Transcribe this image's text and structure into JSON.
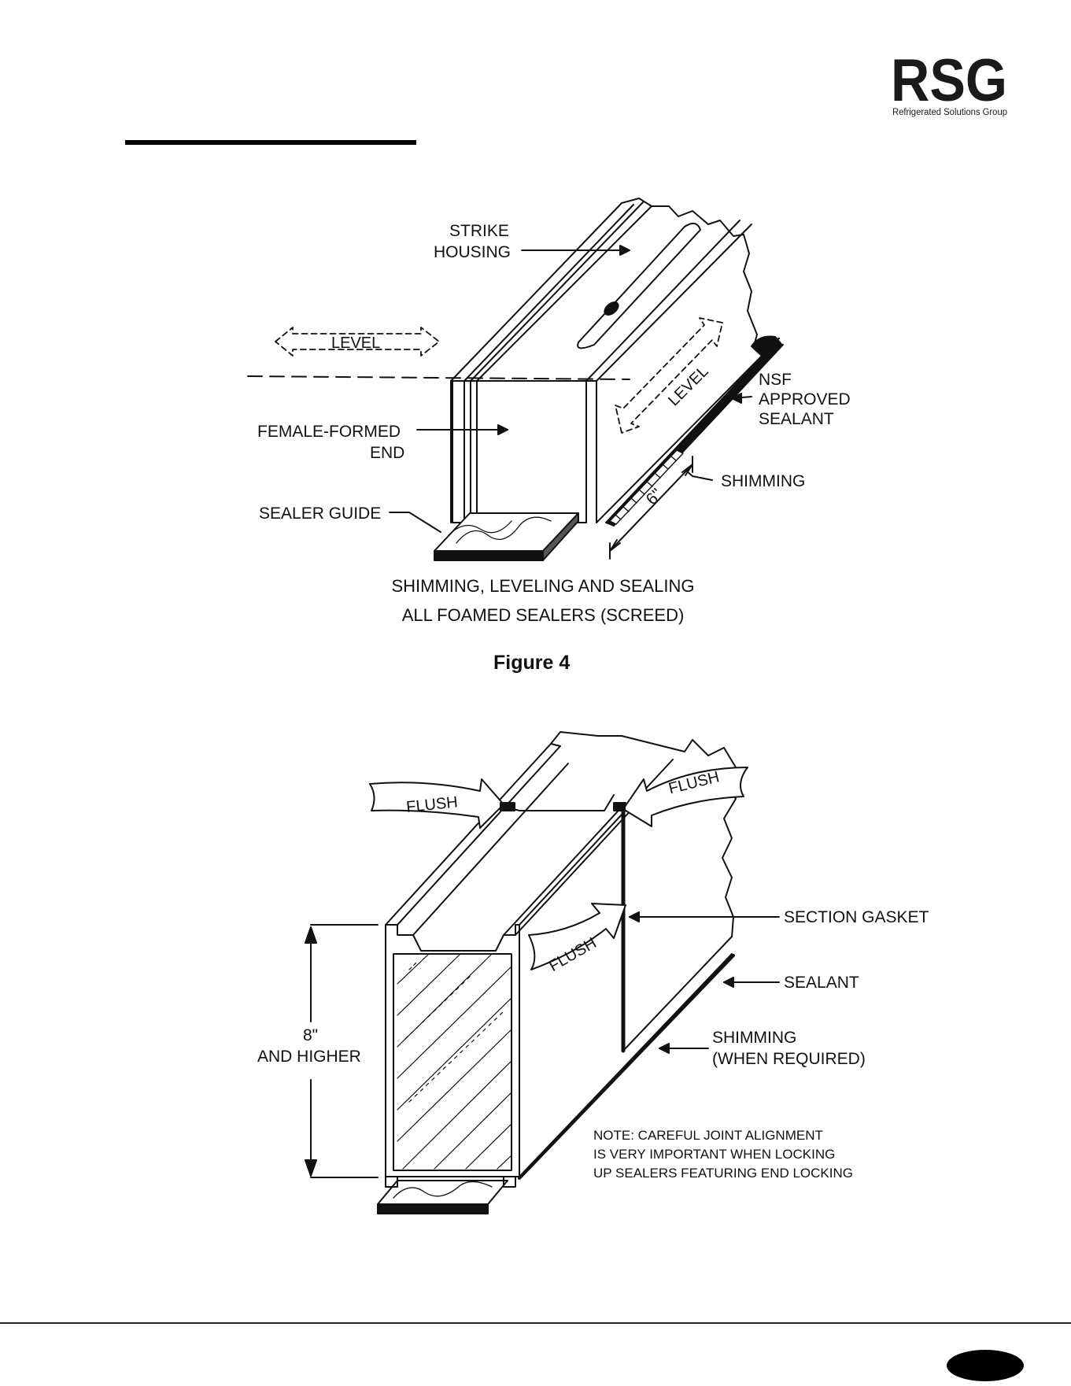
{
  "logo": {
    "main": "RSG",
    "tagline": "Refrigerated Solutions Group"
  },
  "figure4": {
    "labels": {
      "strike_line1": "STRIKE",
      "strike_line2": "HOUSING",
      "level_left": "LEVEL",
      "level_right": "LEVEL",
      "nsf_line1": "NSF",
      "nsf_line2": "APPROVED",
      "nsf_line3": "SEALANT",
      "female_line1": "FEMALE-FORMED",
      "female_line2": "END",
      "shimming": "SHIMMING",
      "six_inch": "6\"",
      "sealer_guide": "SEALER GUIDE"
    },
    "caption_line1": "SHIMMING, LEVELING AND SEALING",
    "caption_line2": "ALL FOAMED SEALERS (SCREED)",
    "title": "Figure 4"
  },
  "figure5": {
    "labels": {
      "flush_left": "FLUSH",
      "flush_right": "FLUSH",
      "flush_mid": "FLUSH",
      "section_gasket": "SECTION GASKET",
      "sealant": "SEALANT",
      "shimming_line1": "SHIMMING",
      "shimming_line2": "(WHEN REQUIRED)",
      "height_line1": "8\"",
      "height_line2": "AND HIGHER",
      "note_line1": "NOTE: CAREFUL JOINT ALIGNMENT",
      "note_line2": "IS VERY IMPORTANT WHEN LOCKING",
      "note_line3": "UP SEALERS FEATURING END LOCKING"
    }
  }
}
